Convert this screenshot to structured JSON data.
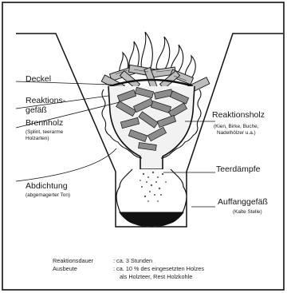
{
  "labels": {
    "deckel": "Deckel",
    "reaktionsgefaess_1": "Reaktions-",
    "reaktionsgefaess_2": "gefäß",
    "brennholz": "Brennholz",
    "brennholz_note_1": "(Splint, teerarme",
    "brennholz_note_2": "Holzarten)",
    "abdichtung": "Abdichtung",
    "abdichtung_note": "(abgemagerter Ton)",
    "reaktionsholz": "Reaktionsholz",
    "reaktionsholz_note_1": "(Kien, Birke, Buche,",
    "reaktionsholz_note_2": "Nadelhölzer u.a.)",
    "teerdaempfe": "Teerdämpfe",
    "auffanggefaess": "Auffanggefäß",
    "auffanggefaess_note": "(Kalte Stelle)"
  },
  "footer": {
    "dauer_label": "Reaktionsdauer",
    "dauer_value": ": ca. 3 Stunden",
    "ausbeute_label": "Ausbeute",
    "ausbeute_value_1": ": ca. 10 % des eingesetzten Holzes",
    "ausbeute_value_2": "als Holzteer, Rest Holzkohle"
  }
}
